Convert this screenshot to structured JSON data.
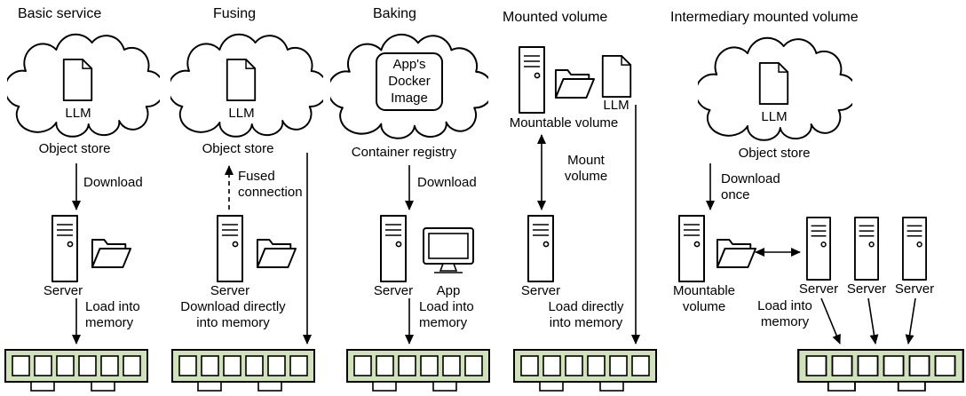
{
  "columns": {
    "basic": {
      "title": "Basic service",
      "llm": "LLM",
      "store": "Object store",
      "download": "Download",
      "server": "Server",
      "load": "Load into\nmemory"
    },
    "fusing": {
      "title": "Fusing",
      "llm": "LLM",
      "store": "Object store",
      "fused": "Fused\nconnection",
      "server": "Server",
      "download_direct": "Download directly\ninto memory"
    },
    "baking": {
      "title": "Baking",
      "docker_image": "App's\nDocker\nImage",
      "registry": "Container registry",
      "download": "Download",
      "server": "Server",
      "app": "App",
      "load": "Load into\nmemory"
    },
    "mounted": {
      "title": "Mounted volume",
      "llm": "LLM",
      "volume": "Mountable volume",
      "mount": "Mount\nvolume",
      "server": "Server",
      "load_direct": "Load directly\ninto memory"
    },
    "intermediary": {
      "title": "Intermediary mounted volume",
      "llm": "LLM",
      "store": "Object store",
      "download_once": "Download\nonce",
      "volume": "Mountable\nvolume",
      "server1": "Server",
      "server2": "Server",
      "server3": "Server",
      "load": "Load into\nmemory"
    }
  },
  "icons": {
    "cloud": "cloud-outline-icon",
    "document": "document-page-icon",
    "server": "server-tower-icon",
    "folder": "open-folder-icon",
    "app": "desktop-monitor-icon",
    "memory": "ram-module-icon"
  },
  "colors": {
    "memory_fill": "#d0e3b8",
    "stroke": "#000000"
  }
}
